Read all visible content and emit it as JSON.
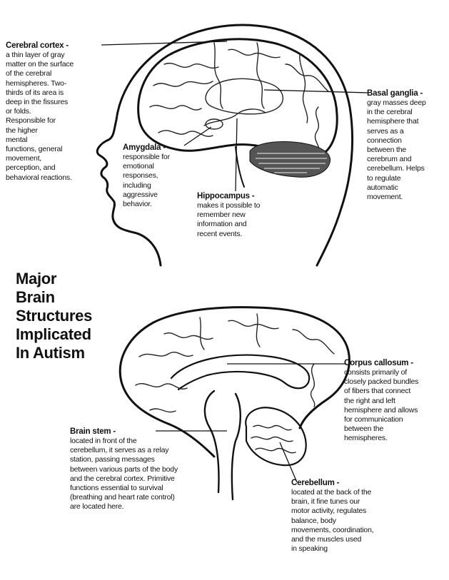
{
  "title": "Major\nBrain\nStructures\nImplicated\nIn Autism",
  "labels": {
    "cerebral_cortex": {
      "title": "Cerebral cortex -",
      "desc": "a thin layer of gray\nmatter on the surface\nof the cerebral\nhemispheres. Two-\nthirds of its area is\ndeep in the fissures\nor folds.\nResponsible for\nthe higher\nmental\nfunctions, general\nmovement,\nperception, and\nbehavioral reactions."
    },
    "basal_ganglia": {
      "title": "Basal ganglia -",
      "desc": "gray masses deep\nin the cerebral\nhemisphere that\nserves as a\nconnection\nbetween the\ncerebrum and\ncerebellum. Helps\nto regulate\nautomatic\nmovement."
    },
    "amygdala": {
      "title": "Amygdala -",
      "desc": "responsible for\nemotional\nresponses,\nincluding\naggressive\nbehavior."
    },
    "hippocampus": {
      "title": "Hippocampus -",
      "desc": "makes it possible to\nremember new\ninformation and\nrecent events."
    },
    "corpus_callosum": {
      "title": "Corpus callosum -",
      "desc": "consists primarily of\nclosely packed bundles\nof fibers that connect\nthe right and left\nhemisphere and allows\nfor communication\nbetween the\nhemispheres."
    },
    "brain_stem": {
      "title": "Brain stem -",
      "desc": "located in front of the\ncerebellum, it serves as a relay\nstation, passing messages\nbetween various parts of the body\nand the cerebral cortex. Primitive\nfunctions essential to survival\n(breathing and heart rate control)\nare located here."
    },
    "cerebellum": {
      "title": "Cerebellum -",
      "desc": "located at the back of the\nbrain, it fine tunes our\nmotor activity, regulates\nbalance, body\nmovements, coordination,\nand the muscles used\nin speaking"
    }
  }
}
